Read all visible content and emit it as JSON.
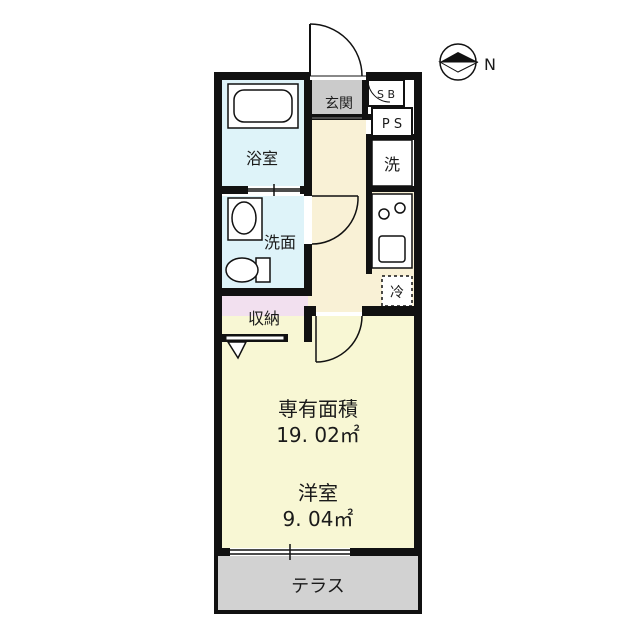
{
  "compass": {
    "direction_label": "N"
  },
  "rooms": {
    "entrance": "玄関",
    "shoe_box": "S B",
    "pipe_space": "P S",
    "bathroom": "浴室",
    "washroom": "洗面",
    "washing_machine": "洗",
    "refrigerator": "冷",
    "storage": "収納",
    "western_room": "洋室",
    "western_room_area": "9. 04㎡",
    "terrace": "テラス"
  },
  "summary": {
    "label": "専有面積",
    "total_area": "19. 02㎡"
  },
  "colors": {
    "wall": "#111111",
    "bath_wash": "#def3f9",
    "kitchen": "#f9f1d6",
    "western": "#f8f7d4",
    "storage": "#f2e0ef",
    "entrance": "#cbcbcb",
    "terrace": "#d2d2d2"
  }
}
